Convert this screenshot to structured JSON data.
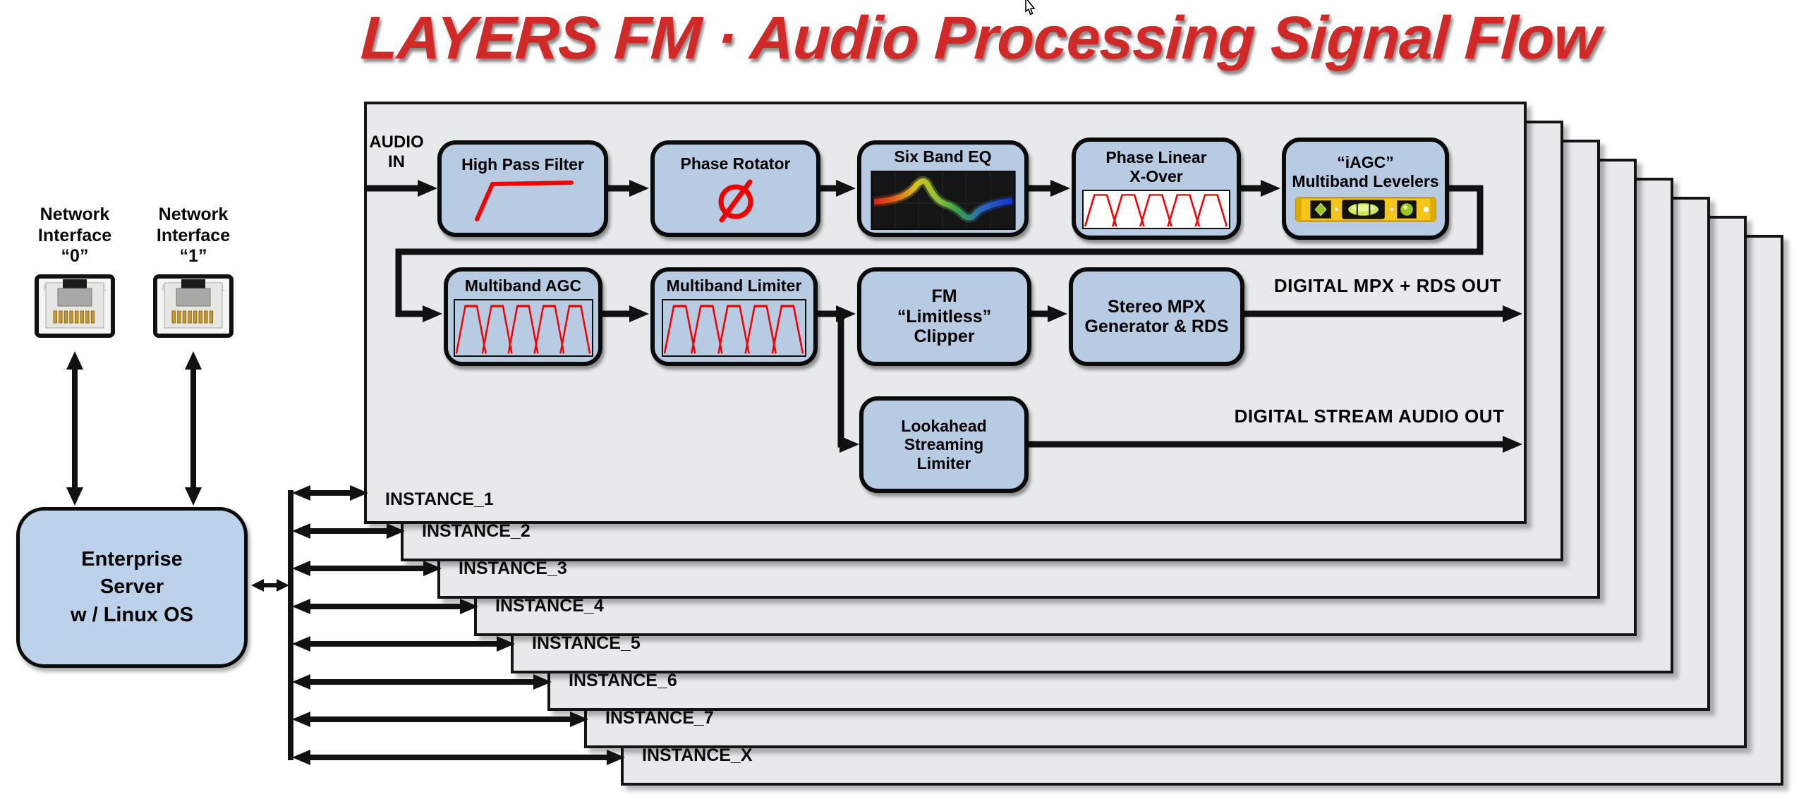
{
  "title": "LAYERS FM · Audio Processing Signal Flow",
  "network_interfaces": [
    {
      "label_lines": [
        "Network",
        "Interface",
        "“0”"
      ],
      "icon": "rj45-jack-icon"
    },
    {
      "label_lines": [
        "Network",
        "Interface",
        "“1”"
      ],
      "icon": "rj45-jack-icon"
    }
  ],
  "server": {
    "label_lines": [
      "Enterprise",
      "Server",
      "w / Linux OS"
    ]
  },
  "bus": {
    "instances": [
      {
        "label": "INSTANCE_1"
      },
      {
        "label": "INSTANCE_2"
      },
      {
        "label": "INSTANCE_3"
      },
      {
        "label": "INSTANCE_4"
      },
      {
        "label": "INSTANCE_5"
      },
      {
        "label": "INSTANCE_6"
      },
      {
        "label": "INSTANCE_7"
      },
      {
        "label": "INSTANCE_X"
      }
    ]
  },
  "panel": {
    "audio_in_lines": [
      "AUDIO",
      "IN"
    ],
    "row1": [
      {
        "label_lines": [
          "High Pass Filter"
        ],
        "icon": "highpass-curve-icon"
      },
      {
        "label_lines": [
          "Phase Rotator"
        ],
        "icon": "phase-zero-icon"
      },
      {
        "label_lines": [
          "Six Band EQ"
        ],
        "icon": "eq-spectrum-icon"
      },
      {
        "label_lines": [
          "Phase Linear",
          "X-Over"
        ],
        "icon": "crossover-bands-icon"
      },
      {
        "label_lines": [
          "“iAGC”",
          "Multiband Levelers"
        ],
        "icon": "spirit-level-icon"
      }
    ],
    "row2": [
      {
        "label_lines": [
          "Multiband AGC"
        ],
        "icon": "crossover-bands-icon"
      },
      {
        "label_lines": [
          "Multiband Limiter"
        ],
        "icon": "crossover-bands-icon"
      },
      {
        "label_lines": [
          "FM",
          "“Limitless”",
          "Clipper"
        ],
        "icon": ""
      },
      {
        "label_lines": [
          "Stereo MPX",
          "Generator & RDS"
        ],
        "icon": ""
      }
    ],
    "lookahead": {
      "label_lines": [
        "Lookahead",
        "Streaming",
        "Limiter"
      ]
    },
    "outputs": [
      {
        "label": "DIGITAL MPX + RDS OUT"
      },
      {
        "label": "DIGITAL STREAM AUDIO OUT"
      }
    ]
  },
  "colors": {
    "title_red": "#d02928",
    "block_blue": "#b7cbe3",
    "panel_grey": "#e8e9ea",
    "icon_red": "#f40000",
    "level_yellow": "#f6c51a",
    "line_black": "#111111"
  }
}
